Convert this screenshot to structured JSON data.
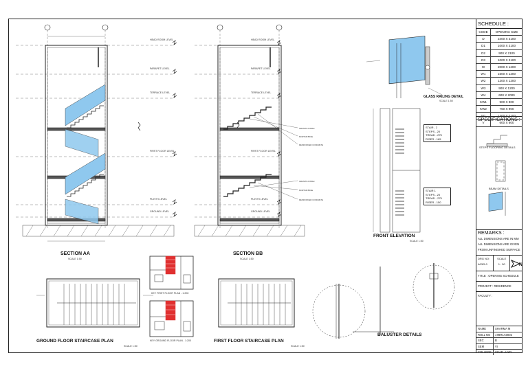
{
  "titles": {
    "section_aa": "SECTION AA",
    "section_bb": "SECTION BB",
    "front_elevation": "FRONT ELEVATION",
    "ground_plan": "GROUND FLOOR STAIRCASE PLAN",
    "first_plan": "FIRST  FLOOR  STAIRCASE PLAN",
    "baluster": "BALUSTER DETAILS",
    "glass_railing": "GLASS RAILING DETAIL",
    "key_first": "KEY FIRST FLOOR PLAN - 1:200",
    "key_ground": "KEY GROUND FLOOR PLAN - 1:200",
    "scale_100": "SCALE 1:50"
  },
  "levels": {
    "head_room": "HEAD ROOM LEVEL",
    "parapet": "PARAPET LEVEL",
    "terrace": "TERRACE LEVEL",
    "first_floor": "FIRST FLOOR LEVEL",
    "plinth": "PLINTH LEVEL",
    "ground": "GROUND LEVEL"
  },
  "stairs": {
    "stair2": [
      "STAIR - 2",
      "STEPS - 20",
      "TREAD - 275",
      "RISER - 165"
    ],
    "stair1": [
      "STAIR 1",
      "STEPS - 20",
      "TREAD - 275",
      "RISER - 150"
    ]
  },
  "schedule": {
    "title": "SCHEDULE :",
    "headers": [
      "CODE",
      "OPENING SIZE"
    ],
    "rows": [
      [
        "D",
        "2400 X 2100"
      ],
      [
        "D1",
        "1000 X 2100"
      ],
      [
        "D2",
        "900 X 2100"
      ],
      [
        "D3",
        "1000 X 2100"
      ],
      [
        "W",
        "2000 X 1200"
      ],
      [
        "W1",
        "1500 X 1200"
      ],
      [
        "W2",
        "1200 X 1200"
      ],
      [
        "W3",
        "900 X 1200"
      ],
      [
        "W4",
        "600 X 2000"
      ],
      [
        "KW1",
        "900 X 900"
      ],
      [
        "KW2",
        "750 X 900"
      ],
      [
        "SG",
        "1400 X 2100"
      ],
      [
        "V",
        "600 X 600"
      ]
    ]
  },
  "specifications": {
    "title": "SPECIFICATIONS :",
    "steps_detail": "STEPS FLOORING DETAILS",
    "beam_detail": "BEAM DETAILS"
  },
  "remarks": {
    "title": "REMARKS :",
    "lines": [
      "ALL DIMENSIONS ARE IN MM",
      "ALL DIMENSIONS ARE GIVEN",
      "FROM UNFINISHED SURFACE"
    ]
  },
  "drg": {
    "label": "DRG NO:",
    "number": "A03/5.0",
    "scale_label": "SCALE",
    "scale": "1 : 50"
  },
  "title_block": {
    "title": "TITLE :  OPENING SCHEDULE",
    "project": "PROJECT :  RESIDENCE",
    "faculty": "FACULTY :"
  },
  "info": [
    [
      "NAME",
      "SHARMA  M"
    ],
    [
      "ROLL NO",
      "17BR1A0002"
    ],
    [
      "SEC",
      "B"
    ],
    [
      "SEM",
      "VI"
    ],
    [
      "COLLEGE",
      "VGAP - HYD"
    ]
  ],
  "colors": {
    "glass": "#8fc8ee",
    "stair_red": "#e03030",
    "line": "#222222"
  }
}
